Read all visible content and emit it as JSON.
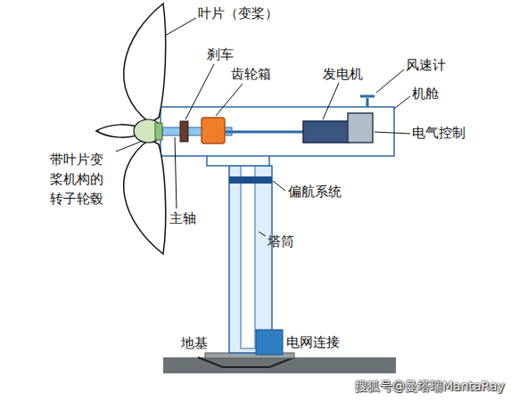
{
  "diagram": {
    "labels": [
      "叶片（变桨）",
      "刹车",
      "齿轮箱",
      "发电机",
      "风速计",
      "机舱",
      "电气控制",
      "带叶片变 桨机构的 转子轮毂",
      "主轴",
      "偏航系统",
      "塔筒",
      "地基",
      "电网连接",
      "搜狐号@曼塔瑞MantaRay"
    ]
  }
}
